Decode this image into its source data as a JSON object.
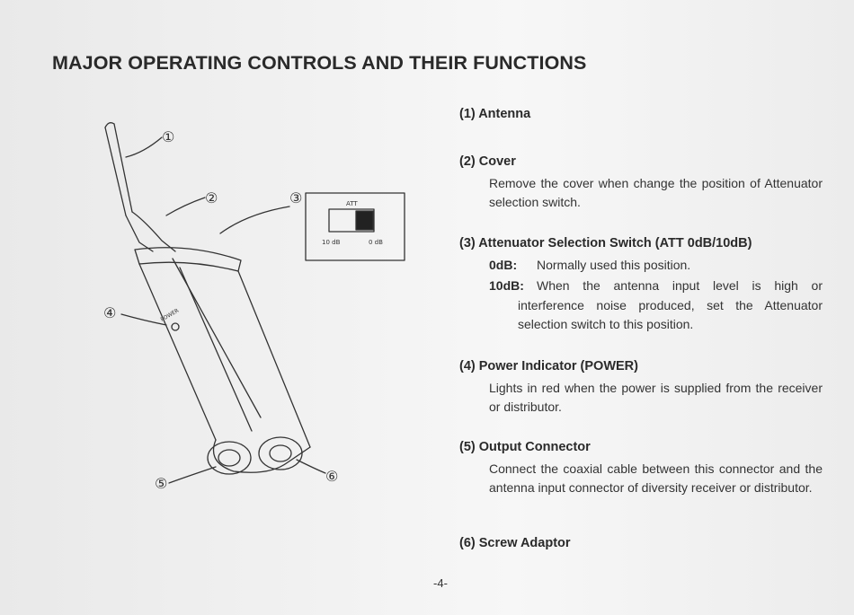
{
  "title": "MAJOR OPERATING CONTROLS AND THEIR FUNCTIONS",
  "figure": {
    "callouts": [
      "①",
      "②",
      "③",
      "④",
      "⑤",
      "⑥"
    ],
    "switch_panel": {
      "label": "ATT",
      "left": "10 dB",
      "right": "0 dB"
    },
    "power_label": "POWER"
  },
  "items": [
    {
      "heading": "(1) Antenna"
    },
    {
      "heading": "(2) Cover",
      "text": "Remove the cover when change the position of Attenuator selection switch."
    },
    {
      "heading": "(3) Attenuator Selection Switch (ATT 0dB/10dB)",
      "terms": [
        {
          "term": "0dB:",
          "text": "Normally used this position."
        },
        {
          "term": "10dB:",
          "text": "When the antenna input level is high or",
          "cont": "interference noise produced, set the Attenuator selection switch to this position."
        }
      ]
    },
    {
      "heading": "(4) Power Indicator (POWER)",
      "text": "Lights in red when the power is supplied from the receiver or distributor."
    },
    {
      "heading": "(5) Output Connector",
      "text": "Connect the coaxial cable between this connector and the antenna input connector of diversity receiver or distributor."
    },
    {
      "heading": "(6) Screw Adaptor"
    }
  ],
  "page_number": "-4-"
}
